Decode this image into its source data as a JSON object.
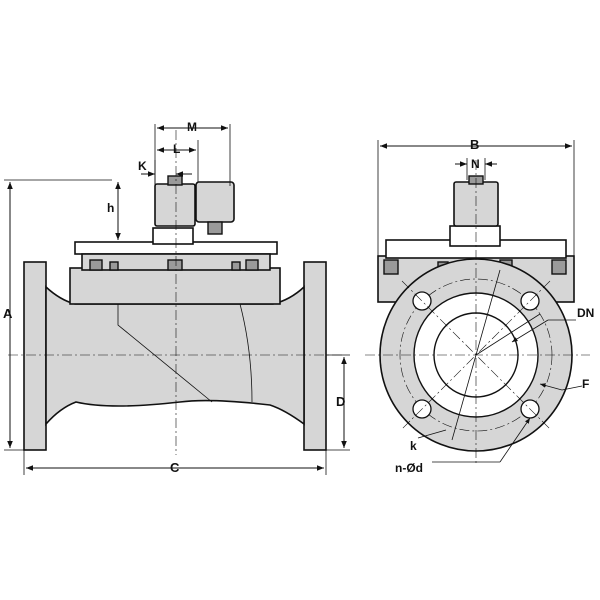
{
  "labels": {
    "M": "M",
    "L": "L",
    "K": "K",
    "h": "h",
    "A": "A",
    "C": "C",
    "D": "D",
    "B": "B",
    "N": "N",
    "DN": "DN",
    "F": "F",
    "k": "k",
    "nd": "n-Ød"
  }
}
